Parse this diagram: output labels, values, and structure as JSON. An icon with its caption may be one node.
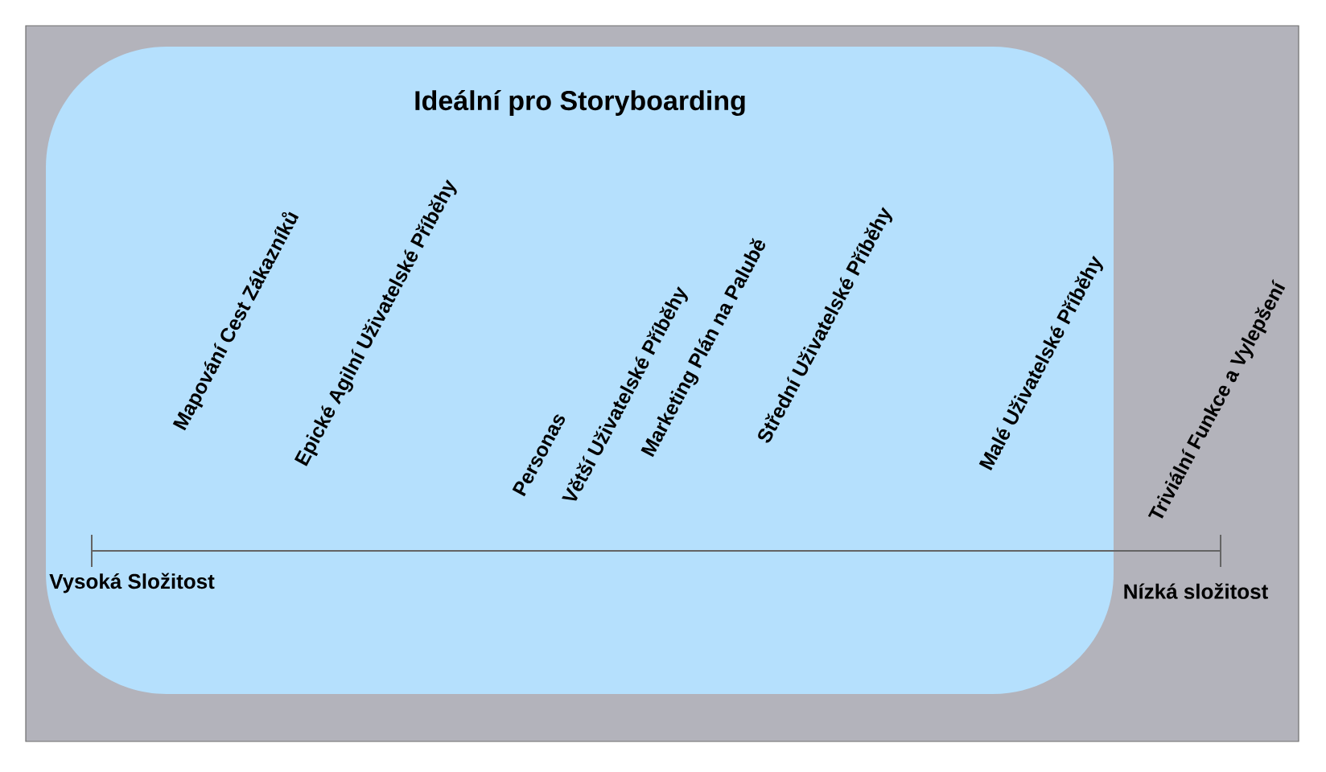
{
  "diagram": {
    "nodes": [
      {
        "text": [
          "Ideální pro Storyboarding"
        ]
      }
    ],
    "labels": [
      "Mapování Cest Zákazníků",
      "Epické Agilní Uživatelské Příběhy",
      "Personas",
      "Větší Uživatelské Příběhy",
      "Marketing Plán na Palubě",
      "Střední Uživatelské Příběhy",
      "Malé Uživatelské Příběhy",
      "Triviální Funkce a Vylepšení",
      "Vysoká Složitost",
      "Nízká složitost"
    ]
  }
}
